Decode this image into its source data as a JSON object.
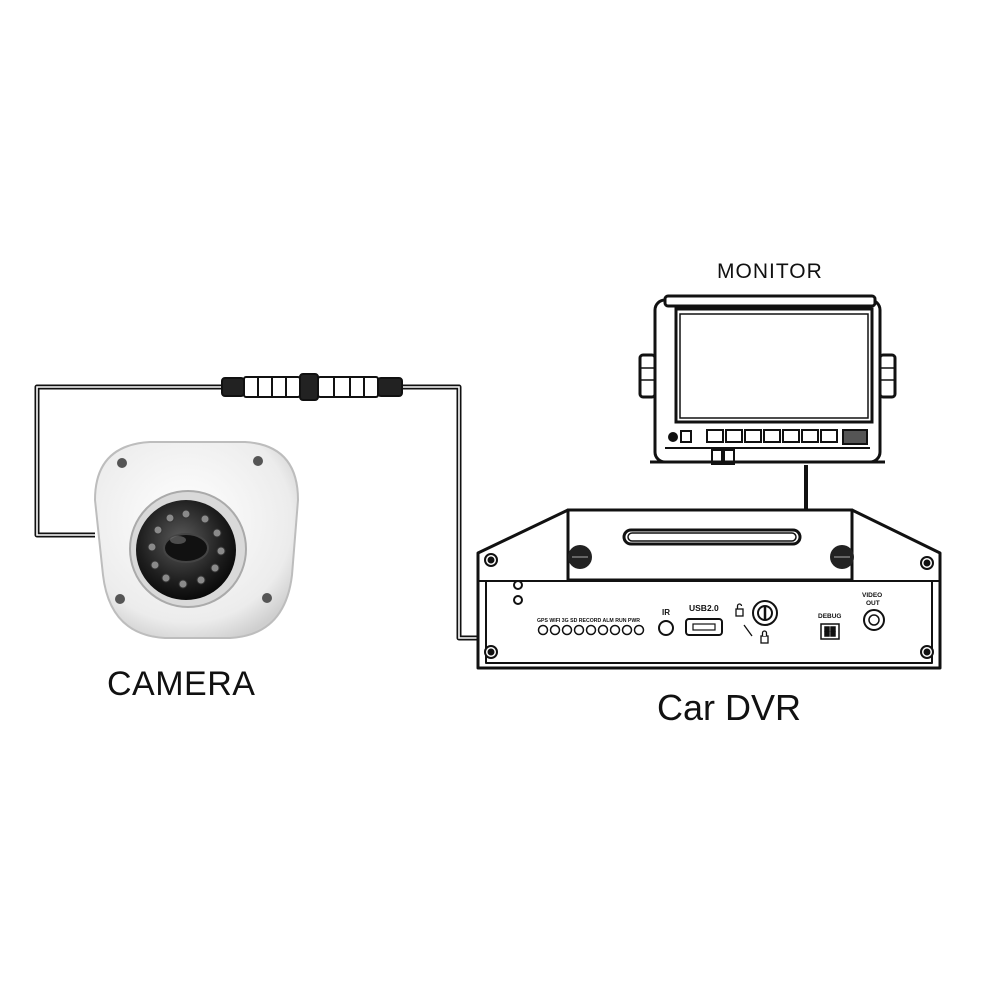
{
  "labels": {
    "camera": "CAMERA",
    "car_dvr": "Car DVR",
    "monitor": "MONITOR"
  },
  "dvr_panel": {
    "indicator_labels": "GPS WIFI 3G SD RECORD ALM RUN PWR",
    "ir": "IR",
    "usb": "USB2.0",
    "debug": "DEBUG",
    "video_out_line1": "VIDEO",
    "video_out_line2": "OUT"
  },
  "colors": {
    "line": "#111111",
    "camera_body": "#f2f2f2",
    "lens": "#222222"
  }
}
